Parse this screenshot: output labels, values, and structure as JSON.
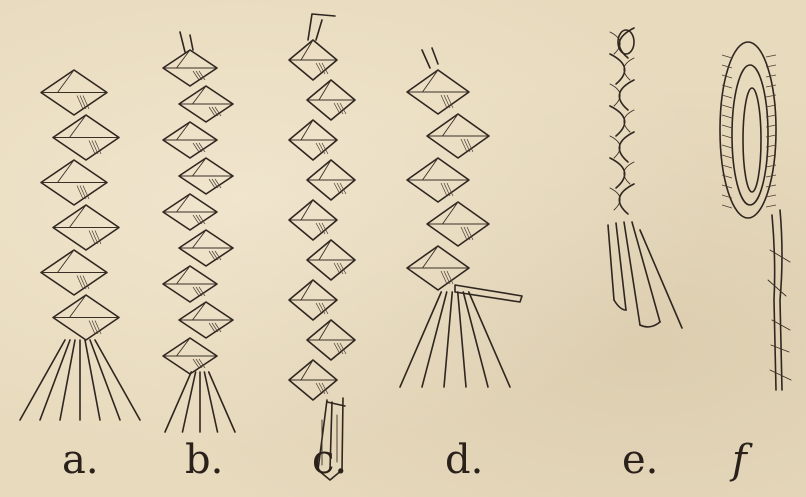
{
  "figure": {
    "labels": {
      "a": "a.",
      "b": "b.",
      "c": "c.",
      "d": "d.",
      "e": "e.",
      "f": "f"
    }
  }
}
